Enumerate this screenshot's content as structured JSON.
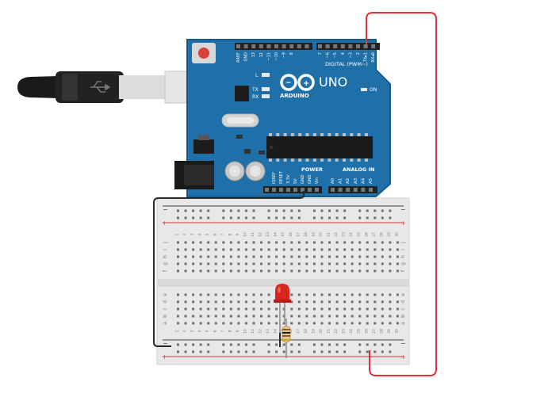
{
  "board": {
    "model": "UNO",
    "brand": "ARDUINO",
    "on_label": "ON",
    "led_labels": [
      "L",
      "TX",
      "RX"
    ],
    "digital_header": "DIGITAL (PWM~)",
    "power_header": "POWER",
    "analog_header": "ANALOG IN",
    "top_pin_labels": [
      "AREF",
      "GND",
      "13",
      "12",
      "~11",
      "~10",
      "~9",
      "8",
      "7",
      "~6",
      "~5",
      "4",
      "~3",
      "2",
      "TX▸1",
      "RX◂0"
    ],
    "power_pin_labels": [
      "IOREF",
      "RESET",
      "3.3V",
      "5V",
      "GND",
      "GND",
      "Vin"
    ],
    "analog_pin_labels": [
      "A0",
      "A1",
      "A2",
      "A3",
      "A4",
      "A5"
    ]
  },
  "breadboard": {
    "columns": 30,
    "upper_rows": [
      "j",
      "i",
      "h",
      "g",
      "f"
    ],
    "lower_rows": [
      "e",
      "d",
      "c",
      "b",
      "a"
    ],
    "rail_minus": "−",
    "rail_plus": "+"
  },
  "colors": {
    "board": "#1f6fa8",
    "board_edge": "#175a8c",
    "header": "#222222",
    "breadboard": "#e8e8e8",
    "hole": "#6f6f6f",
    "rail_red": "#d63b3b",
    "rail_dark": "#444444",
    "wire_red": "#e0323a",
    "wire_black": "#222222",
    "led_red": "#d9261c"
  }
}
